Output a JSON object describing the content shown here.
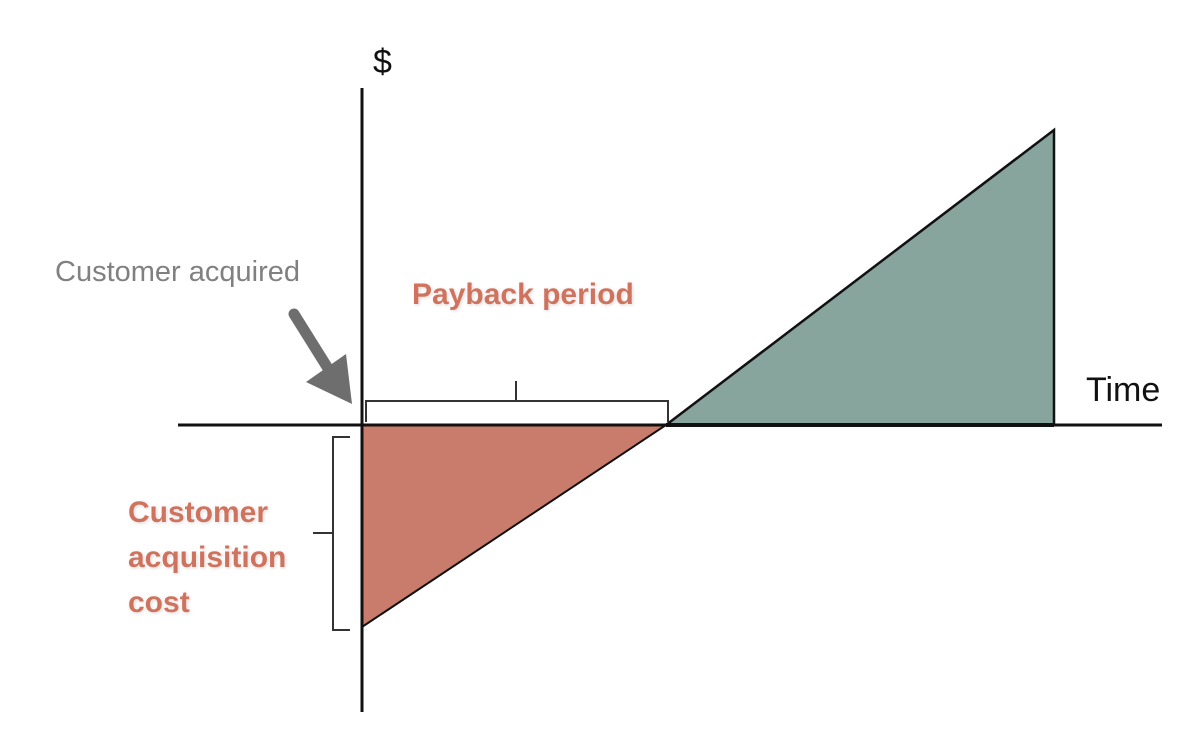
{
  "labels": {
    "y_axis": "$",
    "x_axis": "Time",
    "customer_acquired": "Customer acquired",
    "payback_period": "Payback period",
    "cac_line1": "Customer",
    "cac_line2": "acquisition",
    "cac_line3": "cost"
  },
  "colors": {
    "axis": "#111111",
    "loss_fill": "#c97c6c",
    "gain_fill": "#87a49d",
    "accent_text": "#d0735e",
    "gray_text": "#808080",
    "arrow": "#6e6e6e",
    "bracket": "#333333"
  },
  "icons": {
    "pointer": "arrow-down-right-icon"
  }
}
